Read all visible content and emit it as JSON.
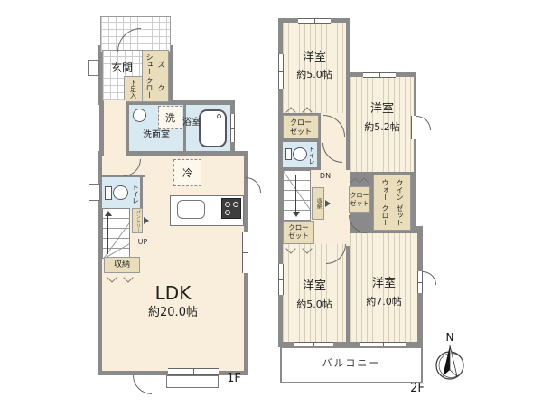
{
  "palette": {
    "wall": "#8a8a8a",
    "floor_cream": "#f9eedb",
    "floor_stripe": "#f9f1df",
    "wet_blue": "#d9e9f2",
    "closet_tan": "#e9ddbb",
    "line": "#666666"
  },
  "floor1": {
    "floor_label": "1F",
    "entrance": "玄関",
    "shoes_cloak_l1": "シューズ",
    "shoes_cloak_l2": "クローク",
    "shoe_box": "下足入",
    "laundry": "洗",
    "washroom": "洗面室",
    "bathroom": "浴室",
    "fridge": "冷",
    "toilet": "トイレ",
    "pantry": "パントリー",
    "stairs_up": "UP",
    "storage": "収納",
    "ldk_name": "LDK",
    "ldk_size": "約20.0帖"
  },
  "floor2": {
    "floor_label": "2F",
    "bedroom_nw": {
      "name": "洋室",
      "size": "約5.0帖"
    },
    "bedroom_e": {
      "name": "洋室",
      "size": "約5.2帖"
    },
    "bedroom_sw": {
      "name": "洋室",
      "size": "約5.0帖"
    },
    "bedroom_se": {
      "name": "洋室",
      "size": "約7.0帖"
    },
    "closet_l1": "クロー",
    "closet_l2": "ゼット",
    "walkin_l1": "ウォークイン",
    "walkin_l2": "クローゼット",
    "toilet": "トイレ",
    "stairs_down": "DN",
    "storage": "収納",
    "balcony": "バルコニー"
  },
  "compass": {
    "north": "N"
  }
}
